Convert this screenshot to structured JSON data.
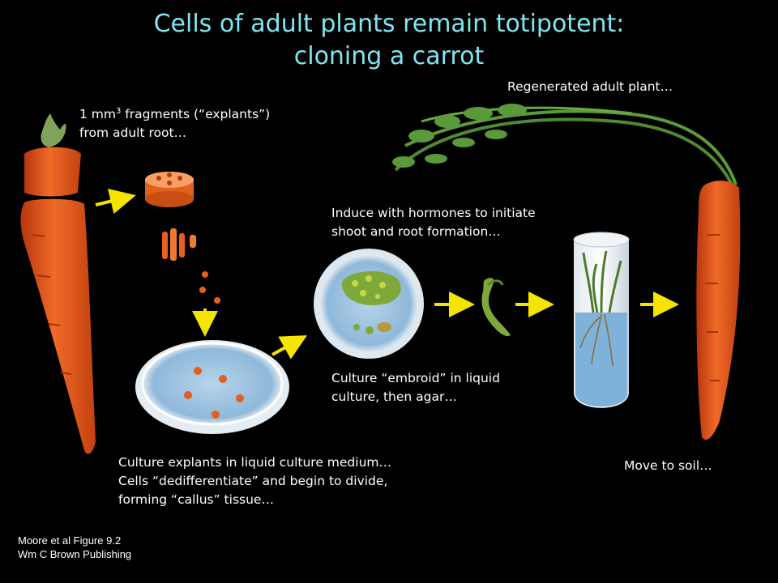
{
  "title": {
    "line1": "Cells of adult plants remain totipotent:",
    "line2": "cloning a carrot"
  },
  "labels": {
    "explants": {
      "line1_pre": "1 mm",
      "line1_sup": "3",
      "line1_post": " fragments (“explants”)",
      "line2": "from adult root…"
    },
    "regenerated": "Regenerated adult plant…",
    "induce": {
      "line1": "Induce with hormones to initiate",
      "line2": "shoot and root formation…"
    },
    "embroid": {
      "line1": "Culture “embroid” in liquid",
      "line2": "culture, then agar…"
    },
    "culture": {
      "line1": "Culture explants in liquid culture medium…",
      "line2": "Cells “dedifferentiate” and begin to divide,",
      "line3": "forming “callus” tissue…"
    },
    "soil": "Move to soil…"
  },
  "credit": {
    "line1": "Moore et al Figure 9.2",
    "line2": "Wm C Brown Publishing"
  },
  "colors": {
    "background": "#000000",
    "title": "#7fe6f0",
    "arrow": "#f5e400",
    "carrot": "#e8551e",
    "carrot_dark": "#b8360e",
    "leaves": "#5a9a3a",
    "dish": "#c9dbe8",
    "medium": "#9ec6e6"
  }
}
